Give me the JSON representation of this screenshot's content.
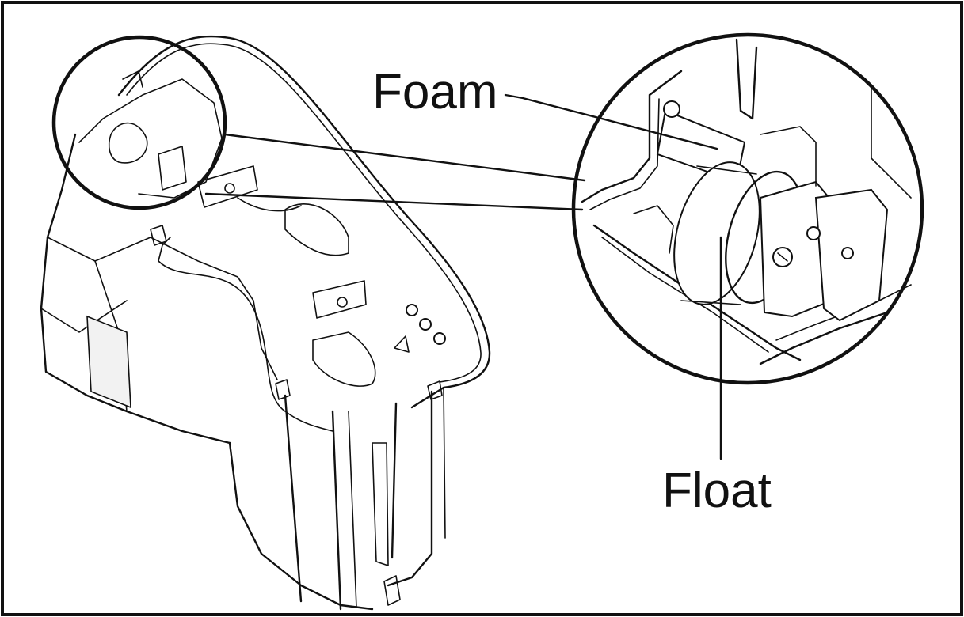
{
  "callouts": {
    "foam": "Foam",
    "float": "Float"
  },
  "icons": {
    "reservoir": "water-reservoir-illustration",
    "magnifier": "zoom-detail-circle"
  },
  "colors": {
    "line": "#111111",
    "background": "#ffffff"
  }
}
